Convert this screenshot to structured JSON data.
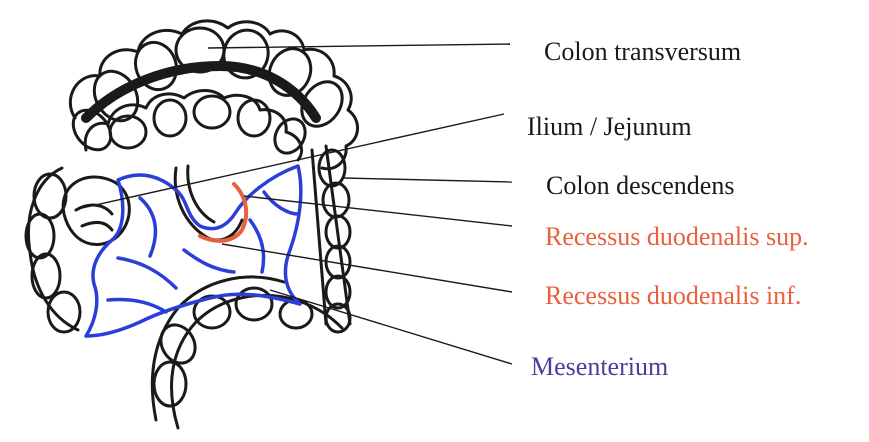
{
  "labels": [
    {
      "text": "Colon transversum",
      "color": "#1a1a1a"
    },
    {
      "text": "Ilium / Jejunum",
      "color": "#1a1a1a"
    },
    {
      "text": "Colon descendens",
      "color": "#1a1a1a"
    },
    {
      "text": "Recessus duodenalis sup.",
      "color": "#e8603c"
    },
    {
      "text": "Recessus duodenalis inf.",
      "color": "#e8603c"
    },
    {
      "text": "Mesenterium",
      "color": "#4a3f9e"
    }
  ],
  "colors": {
    "outline": "#1a1a1a",
    "mesentery": "#2b3fd8",
    "recess": "#e8603c",
    "leader": "#1a1a1a"
  }
}
